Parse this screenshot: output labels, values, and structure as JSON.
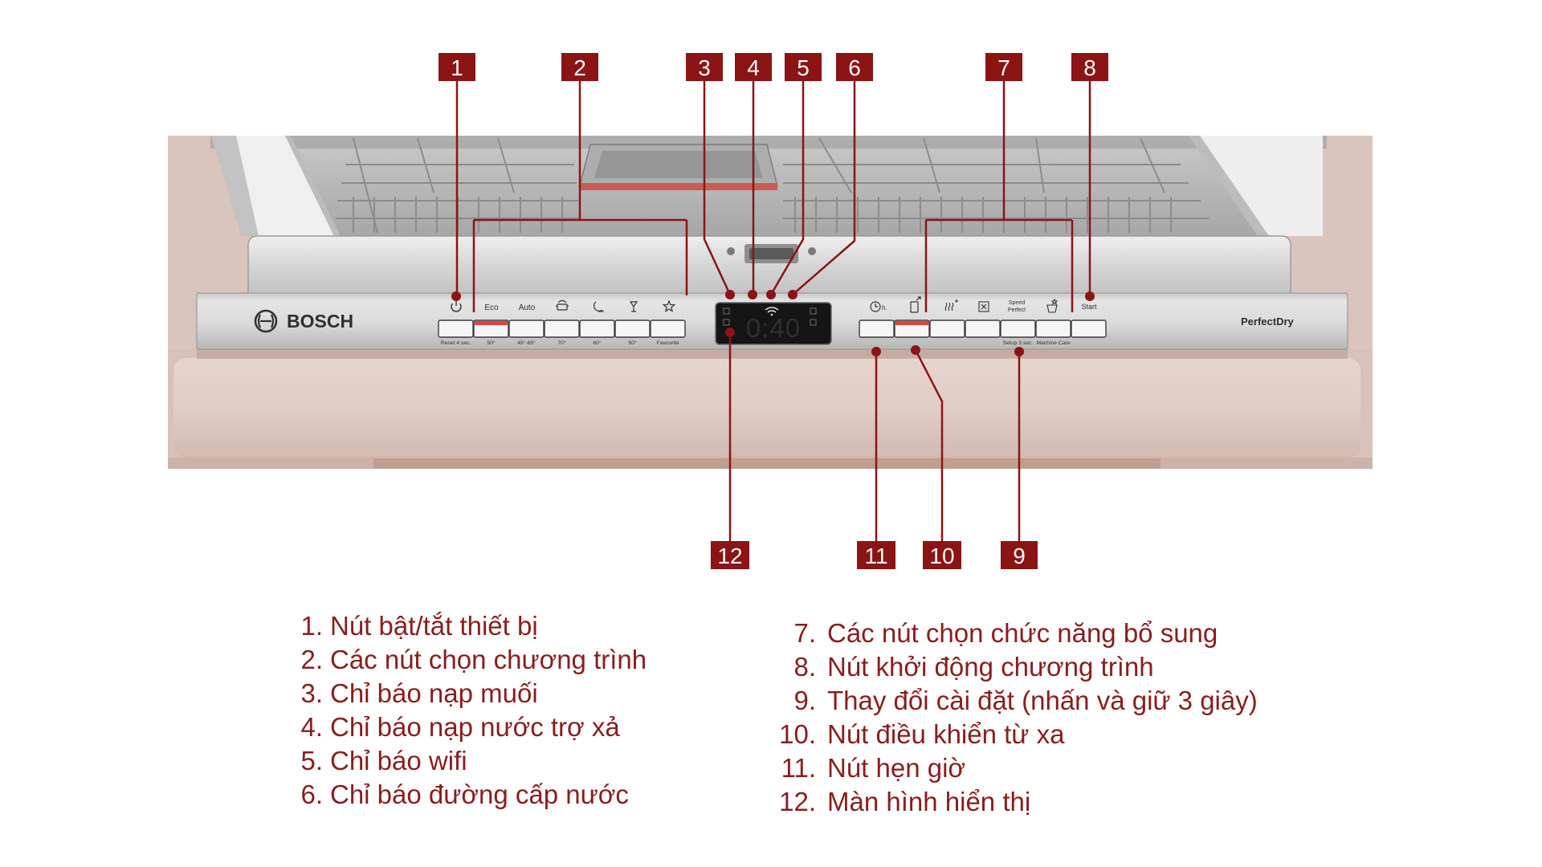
{
  "callouts": {
    "top": [
      "1",
      "2",
      "3",
      "4",
      "5",
      "6",
      "7",
      "8"
    ],
    "bottom": [
      "12",
      "11",
      "10",
      "9"
    ]
  },
  "panel": {
    "brand": "BOSCH",
    "badge": "PerfectDry",
    "display": "0:40",
    "program_row": {
      "eco": "Eco",
      "auto": "Auto",
      "icons": [
        "power-icon",
        "intensive-pot-icon",
        "night-quiet-icon",
        "glass-icon",
        "favourite-star-icon"
      ]
    },
    "option_row": {
      "timer_suffix": "h.",
      "speed": "Speed",
      "perfect": "Perfect",
      "start": "Start",
      "icons": [
        "timer-clock-icon",
        "remote-start-icon",
        "extra-dry-icon",
        "half-load-icon",
        "machine-care-icon"
      ]
    },
    "program_button_labels": [
      "Reset 4 sec.",
      "50°",
      "45°-65°",
      "70°",
      "60°",
      "50°",
      "Favourite"
    ],
    "option_button_labels": [
      "Setup 3 sec.",
      "Machine Care"
    ],
    "display_icons": [
      "salt-icon",
      "rinse-aid-icon",
      "wifi-icon",
      "water-supply-icon"
    ]
  },
  "legend": {
    "left": [
      {
        "num": "1.",
        "text": "Nút bật/tắt thiết bị"
      },
      {
        "num": "2.",
        "text": "Các nút chọn chương trình"
      },
      {
        "num": "3.",
        "text": "Chỉ báo nạp muối"
      },
      {
        "num": "4.",
        "text": "Chỉ báo nạp nước trợ xả"
      },
      {
        "num": "5.",
        "text": "Chỉ báo wifi"
      },
      {
        "num": "6.",
        "text": "Chỉ báo đường cấp nước"
      }
    ],
    "right": [
      {
        "num": "7.",
        "text": "Các nút chọn chức năng bổ sung"
      },
      {
        "num": "8.",
        "text": "Nút khởi động chương trình"
      },
      {
        "num": "9.",
        "text": "Thay đổi cài đặt (nhấn và giữ 3 giây)"
      },
      {
        "num": "10.",
        "text": "Nút điều khiển từ xa"
      },
      {
        "num": "11.",
        "text": "Nút hẹn giờ"
      },
      {
        "num": "12.",
        "text": "Màn hình hiển thị"
      }
    ]
  },
  "colors": {
    "callout": "#8b1414",
    "legend_text": "#8a1d1d",
    "selected_indicator": "#e5403b",
    "display_background": "#151515"
  }
}
